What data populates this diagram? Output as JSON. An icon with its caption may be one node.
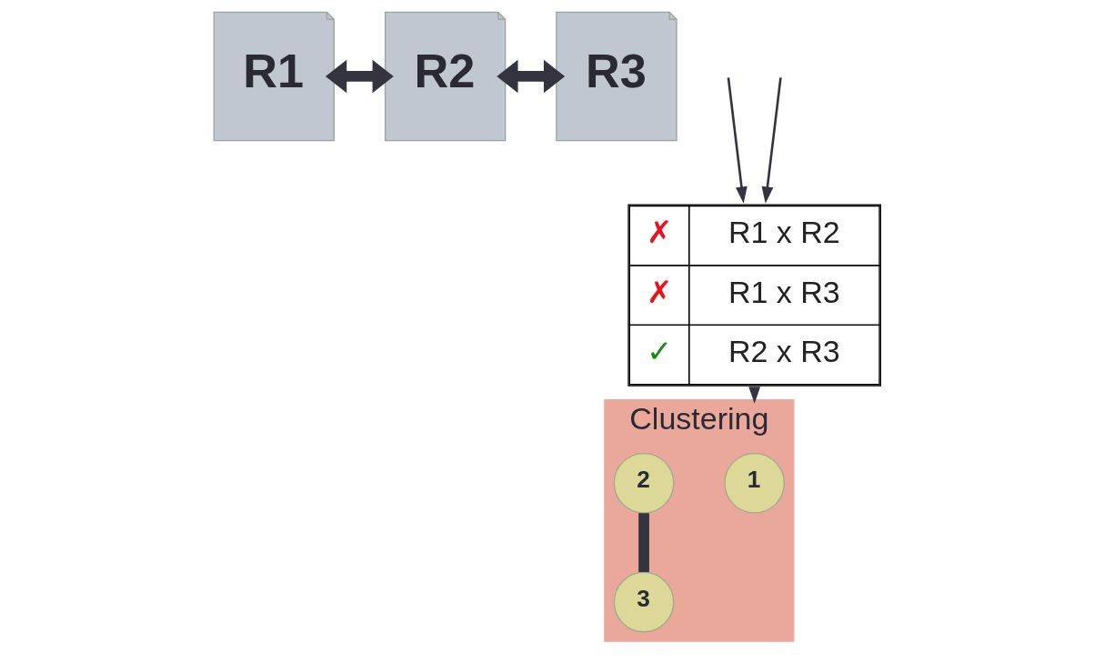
{
  "diagram": {
    "nodes": [
      {
        "text": [
          "R1"
        ]
      },
      {
        "text": [
          "R2"
        ]
      },
      {
        "text": [
          "R3"
        ]
      },
      {
        "text": [
          "✗",
          "R1 x R2",
          "✗",
          "R1 x R3",
          "✓",
          "R2 x R3"
        ]
      },
      {
        "text": [
          "Clustering"
        ]
      },
      {
        "text": [
          "1"
        ],
        "in": 4
      },
      {
        "text": [
          "3"
        ],
        "in": 4
      },
      {
        "text": [
          "2"
        ],
        "in": 4
      }
    ],
    "edges": [
      {
        "from": 0,
        "to": 1,
        "arrow": "both",
        "style": "thick"
      },
      {
        "from": 1,
        "to": 2,
        "arrow": "both",
        "style": "thick"
      },
      {
        "from": null,
        "to": 3,
        "arrow": "to"
      },
      {
        "from": null,
        "to": 3,
        "arrow": "to"
      },
      {
        "from": 3,
        "to": 4,
        "arrow": "to"
      },
      {
        "from": 7,
        "to": 6,
        "arrow": "none",
        "style": "thick"
      }
    ]
  }
}
